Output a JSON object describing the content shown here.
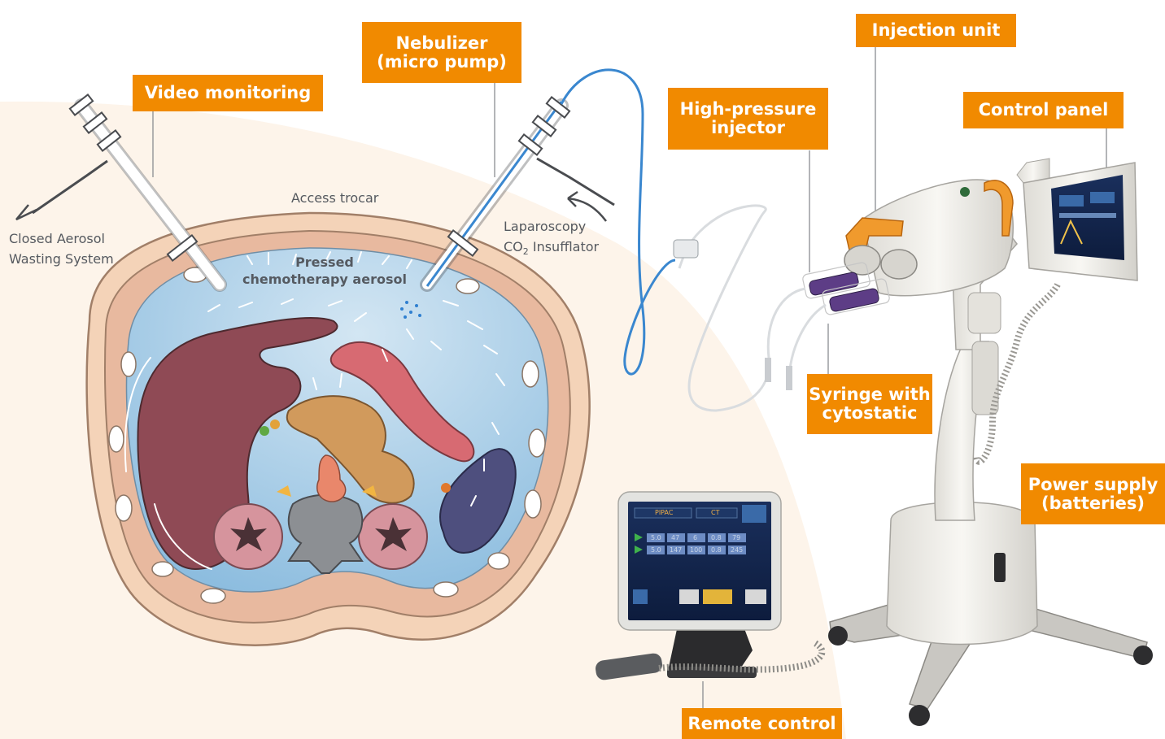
{
  "callouts": {
    "video_monitoring": "Video monitoring",
    "nebulizer_line1": "Nebulizer",
    "nebulizer_line2": "(micro pump)",
    "injection_unit": "Injection unit",
    "high_pressure_line1": "High-pressure",
    "high_pressure_line2": "injector",
    "control_panel": "Control panel",
    "syringe_line1": "Syringe with",
    "syringe_line2": "cytostatic",
    "power_line1": "Power supply",
    "power_line2": "(batteries)",
    "remote_control": "Remote control"
  },
  "labels": {
    "access_trocar": "Access trocar",
    "closed_aerosol_line1": "Closed Aerosol",
    "closed_aerosol_line2": "Wasting System",
    "laparoscopy_line1": "Laparoscopy",
    "insufflator_prefix": "CO",
    "insufflator_sub": "2",
    "insufflator_suffix": " Insufflator",
    "aerosol_line1": "Pressed",
    "aerosol_line2": "chemotherapy aerosol"
  },
  "screen": {
    "mode_left": "PIPAC",
    "mode_right": "CT",
    "row1": [
      "5.0",
      "47",
      "6",
      "0.8",
      "79"
    ],
    "row2": [
      "5.0",
      "147",
      "100",
      "0.8",
      "245"
    ]
  },
  "colors": {
    "callout": "#f18a00",
    "aerosol": "#a9cde6",
    "liver": "#8f4a55",
    "spleen": "#4e4f7e",
    "stomach": "#d76a72",
    "pancreas": "#d19a5c",
    "skin_band": "#f0c5a5",
    "tubing": "#3a87cf"
  }
}
